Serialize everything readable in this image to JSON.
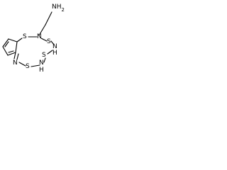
{
  "molecule": {
    "atoms": {
      "nh2": "NH",
      "nh2_subscript": "2",
      "n_top": "N",
      "s_left": "S",
      "s_top_right": "S",
      "nh_right": "N",
      "nh_right_h": "H",
      "s_middle_right": "S",
      "nh_lower": "N",
      "nh_lower_h": "H",
      "s_bottom": "S",
      "n_bottom_left": "N"
    }
  }
}
